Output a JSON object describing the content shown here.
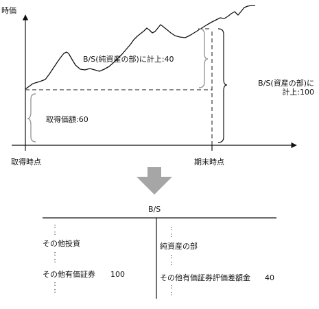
{
  "chart": {
    "y_axis_label": "時価",
    "x_start_label": "取得時点",
    "x_end_label": "期末時点",
    "brace_cost_label": "取得価額:60",
    "brace_net_assets_label": "B/S(純資産の部)に計上:40",
    "brace_assets_label_line1": "B/S(資産の部)に",
    "brace_assets_label_line2": "計上:100"
  },
  "arrow": {
    "color": "#a6a6a6"
  },
  "bs": {
    "title": "B/S",
    "left": {
      "section": "その他投資",
      "item_label": "その他有価証券",
      "item_value": "100"
    },
    "right": {
      "section": "純資産の部",
      "item_label": "その他有価証券評価差額金",
      "item_value": "40"
    },
    "ellipsis": ":"
  }
}
